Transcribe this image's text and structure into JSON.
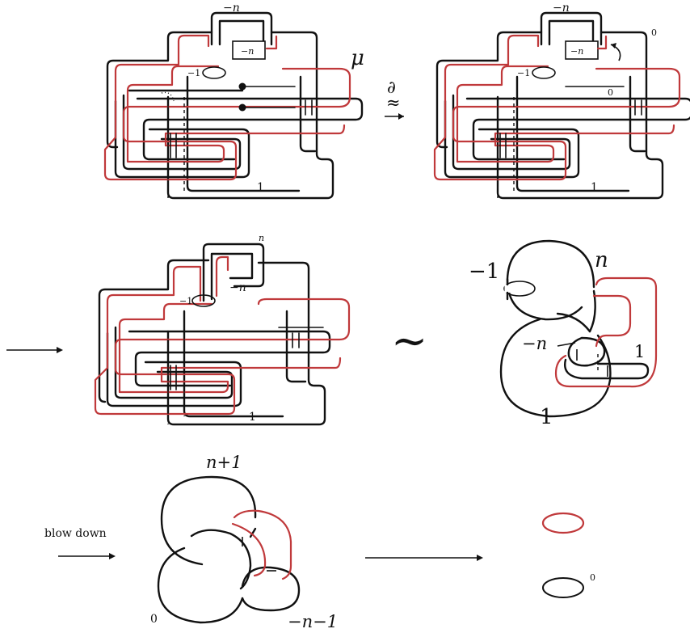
{
  "colors": {
    "black_component": "#111111",
    "red_curve": "#c0393b",
    "background": "#ffffff"
  },
  "panel1": {
    "top_label": "−n",
    "box_label": "−n",
    "small_label": "−1",
    "mu_label": "μ",
    "bottom_label": "1"
  },
  "arrow1": {
    "top_symbol": "∂",
    "mid_symbol": "≈"
  },
  "panel2": {
    "top_label": "−n",
    "box_label": "−n",
    "small_label": "−1",
    "right_label": "0",
    "mid_label": "0",
    "bottom_label": "1"
  },
  "panel3": {
    "top_label": "n",
    "mid_label": "−n",
    "small_label": "−1",
    "bottom_label": "1"
  },
  "sim": {
    "symbol": "∼"
  },
  "panel4": {
    "left_label": "−1",
    "top_label": "n",
    "mid_label": "−n",
    "right_label": "1",
    "bottom_label": "1"
  },
  "row3": {
    "arrow_label": "blow down"
  },
  "panel5": {
    "top_label": "n+1",
    "left_label": "0",
    "bottom_label": "−n−1"
  },
  "panel6": {
    "unknot_label": "0"
  }
}
